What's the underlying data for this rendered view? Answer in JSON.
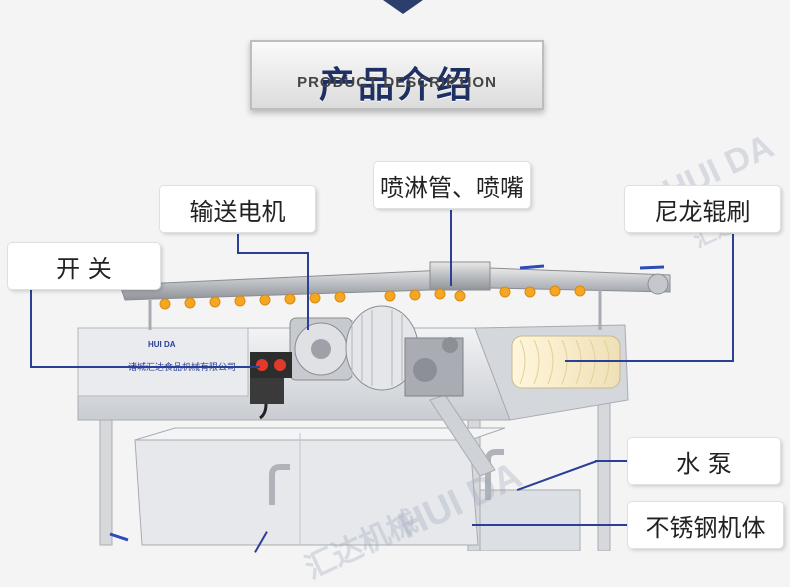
{
  "header": {
    "title_zh": "产品介绍",
    "title_en": "PRODUCT DESCRIPTION"
  },
  "callouts": {
    "switch": "开 关",
    "motor": "输送电机",
    "spray": "喷淋管、喷嘴",
    "brush": "尼龙辊刷",
    "pump": "水 泵",
    "frame": "不锈钢机体"
  },
  "machine": {
    "brand_logo": "HUI DA",
    "company_name": "诸城汇达食品机械有限公司"
  },
  "watermark": {
    "text_en": "HUI DA",
    "text_zh": "汇达机械"
  },
  "colors": {
    "title": "#1d2f63",
    "leader_line": "#2a3f96",
    "nozzle": "#f5a623",
    "steel": "#d9dde2"
  }
}
